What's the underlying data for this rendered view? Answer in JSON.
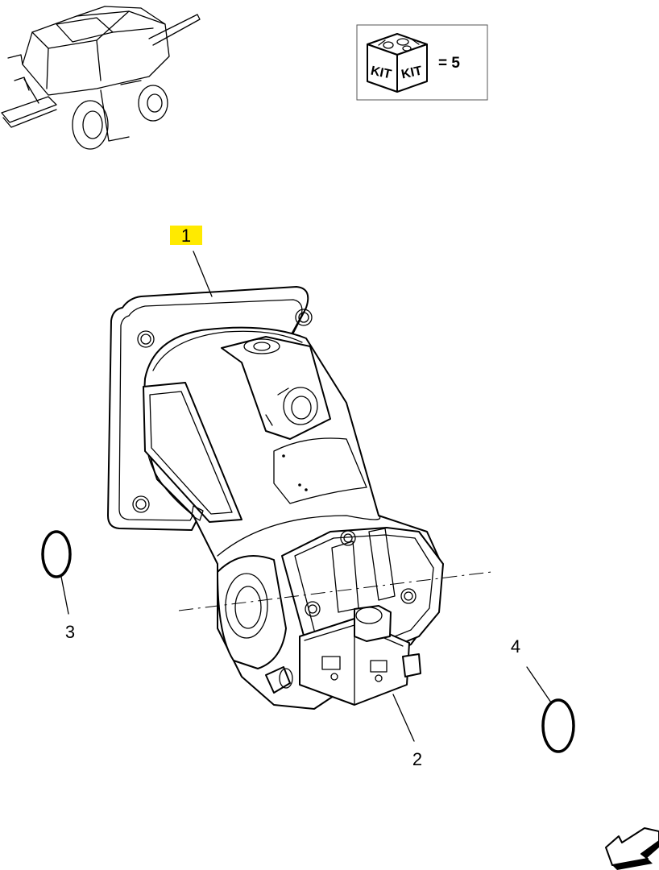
{
  "kit": {
    "badge_left": "KIT",
    "badge_right": "KIT",
    "quantity_text": "= 5"
  },
  "callouts": [
    {
      "id": "1",
      "label": "1",
      "highlighted": true
    },
    {
      "id": "2",
      "label": "2",
      "highlighted": false
    },
    {
      "id": "3",
      "label": "3",
      "highlighted": false
    },
    {
      "id": "4",
      "label": "4",
      "highlighted": false
    }
  ],
  "colors": {
    "highlight": "#ffea00",
    "line": "#000000",
    "background": "#ffffff"
  },
  "icons": {
    "machine_thumbnail": "combine-harvester-icon",
    "navigation": "next-arrow-icon",
    "kit": "kit-box-icon",
    "seal_3": "o-ring-icon",
    "seal_4": "o-ring-icon"
  }
}
